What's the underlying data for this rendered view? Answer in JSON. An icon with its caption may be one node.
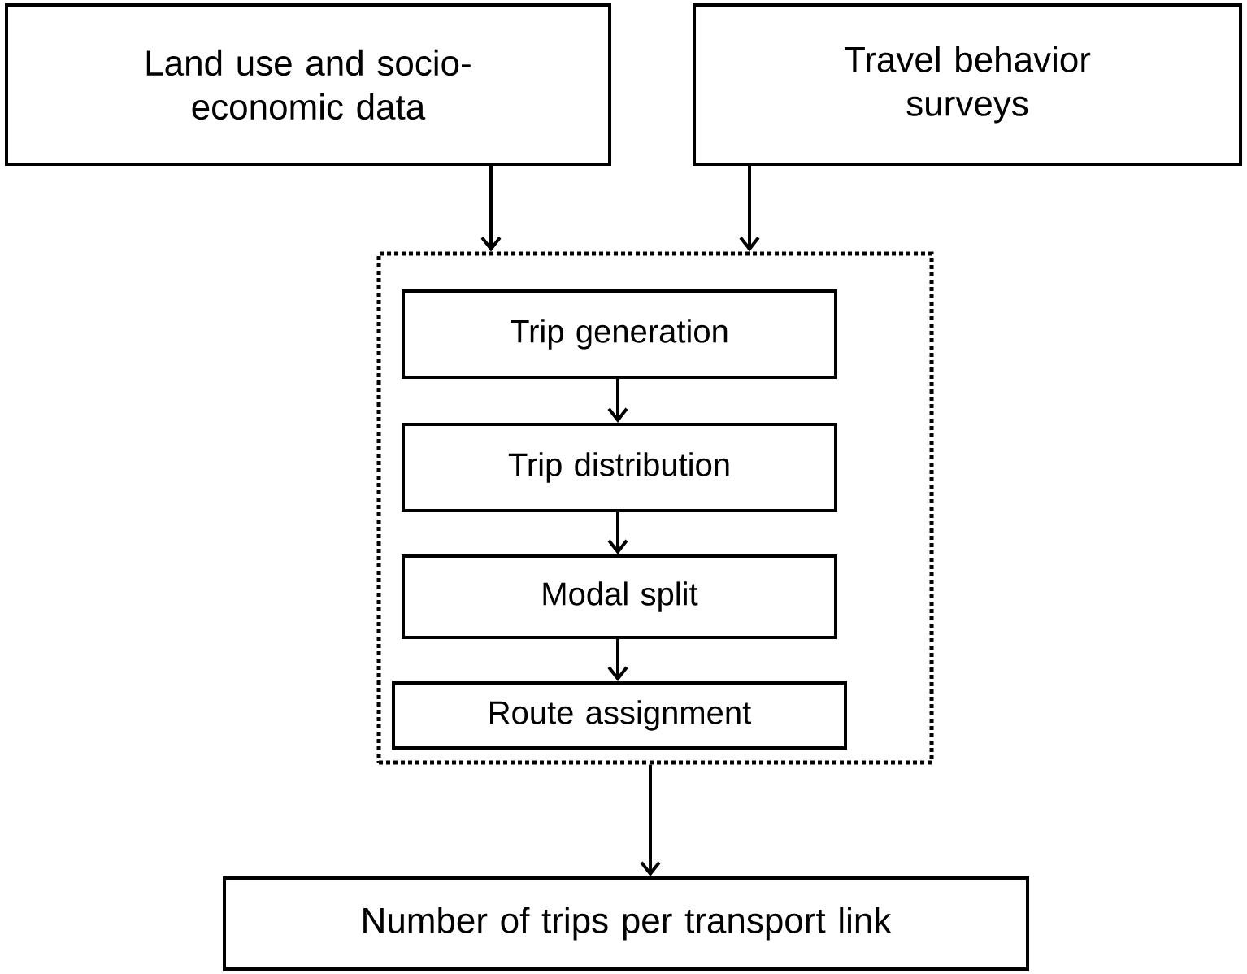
{
  "diagram": {
    "nodes": [
      {
        "text": [
          "Land use and socio-economic data"
        ]
      },
      {
        "text": [
          "Travel behavior surveys"
        ]
      },
      {
        "text": [],
        "shape": "box"
      },
      {
        "text": [
          "Trip generation"
        ],
        "in": 2
      },
      {
        "text": [
          "Trip distribution"
        ],
        "in": 2
      },
      {
        "text": [
          "Modal split"
        ],
        "in": 2
      },
      {
        "text": [
          "Route assignment"
        ],
        "in": 2
      },
      {
        "text": [
          "Number of trips per transport link"
        ]
      }
    ],
    "edges": [
      {
        "from": 0,
        "to": 2,
        "arrow": "to"
      },
      {
        "from": 1,
        "to": 2,
        "arrow": "to"
      },
      {
        "from": 3,
        "to": 4,
        "arrow": "to"
      },
      {
        "from": 4,
        "to": 5,
        "arrow": "to"
      },
      {
        "from": 5,
        "to": 6,
        "arrow": "to"
      },
      {
        "from": 2,
        "to": 7,
        "arrow": "to"
      }
    ]
  }
}
